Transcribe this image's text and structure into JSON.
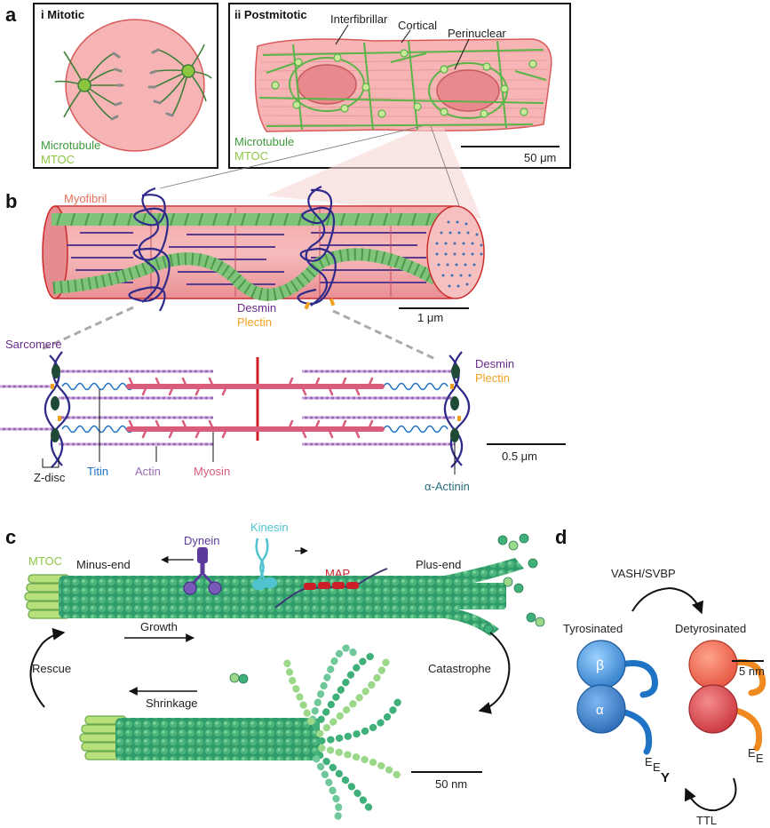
{
  "panels": {
    "a": "a",
    "b": "b",
    "c": "c",
    "d": "d"
  },
  "panel_a": {
    "mitotic_title": "i Mitotic",
    "postmitotic_title": "ii Postmitotic",
    "mitotic_legend": {
      "microtubule": "Microtubule",
      "mtoc": "MTOC"
    },
    "postmitotic_legend": {
      "microtubule": "Microtubule",
      "mtoc": "MTOC"
    },
    "callouts": {
      "interfibrillar": "Interfibrillar",
      "cortical": "Cortical",
      "perinuclear": "Perinuclear"
    },
    "scale": "50 μm"
  },
  "panel_b": {
    "myofibril": "Myofibril",
    "desmin": "Desmin",
    "plectin": "Plectin",
    "scale_1": "1 μm",
    "sarcomere": "Sarcomere",
    "desmin_right": "Desmin",
    "plectin_right": "Plectin",
    "titin": "Titin",
    "actin": "Actin",
    "myosin": "Myosin",
    "zdisc": "Z-disc",
    "alpha_actinin": "α-Actinin",
    "scale_2": "0.5 μm"
  },
  "panel_c": {
    "mtoc": "MTOC",
    "minus_end": "Minus-end",
    "plus_end": "Plus-end",
    "dynein": "Dynein",
    "kinesin": "Kinesin",
    "map": "MAP",
    "growth": "Growth",
    "rescue": "Rescue",
    "catastrophe": "Catastrophe",
    "shrinkage": "Shrinkage",
    "scale": "50 nm"
  },
  "panel_d": {
    "vash": "VASH/SVBP",
    "tyrosinated": "Tyrosinated",
    "detyrosinated": "Detyrosinated",
    "beta": "β",
    "alpha": "α",
    "scale": "5 nm",
    "e_left_1": "E",
    "e_left_2": "E",
    "y": "Y",
    "e_right_1": "E",
    "e_right_2": "E",
    "ttl": "TTL"
  },
  "colors": {
    "microtubule_green": "#3f9a3a",
    "mtoc_lime": "#8cc63f",
    "cell_pink": "#f4b6b8",
    "desmin_navy": "#2f2a8a",
    "plectin_orange": "#f0a020",
    "myosin_pink": "#d95c7a",
    "map_red": "#cc1f2a",
    "tubulin_teal": "#2aa37a"
  }
}
